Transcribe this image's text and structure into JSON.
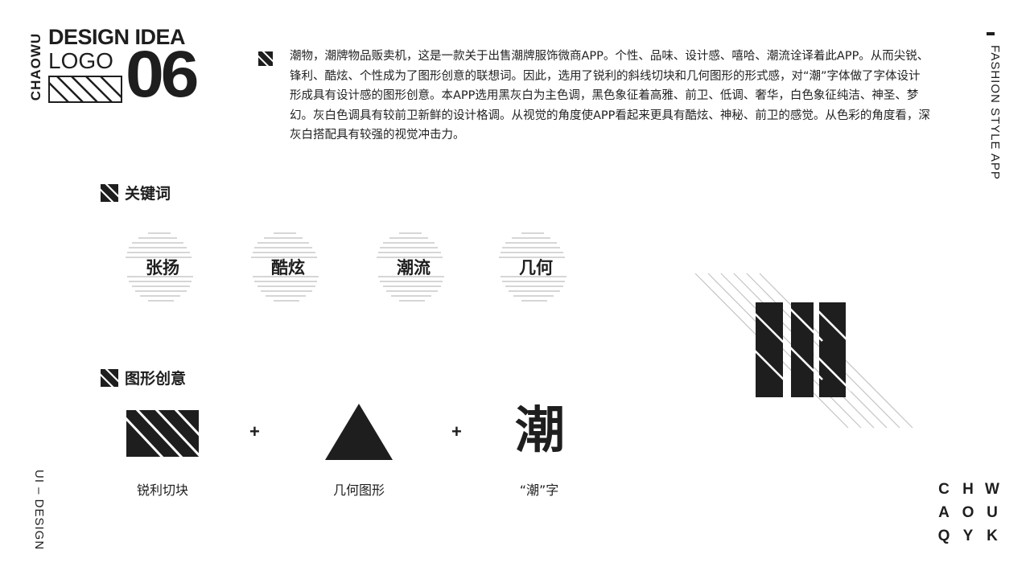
{
  "logo": {
    "vertical_text": "CHAOWU",
    "line1": "DESIGN IDEA",
    "line2": "LOGO",
    "number": "06"
  },
  "description": "潮物，潮牌物品贩卖机，这是一款关于出售潮牌服饰微商APP。个性、品味、设计感、嘻哈、潮流诠译着此APP。从而尖锐、锋利、酷炫、个性成为了图形创意的联想词。因此，选用了锐利的斜线切块和几何图形的形式感，对“潮”字体做了字体设计形成具有设计感的图形创意。本APP选用黑灰白为主色调，黑色象征着高雅、前卫、低调、奢华，白色象征纯洁、神圣、梦幻。灰白色调具有较前卫新鲜的设计格调。从视觉的角度使APP看起来更具有酷炫、神秘、前卫的感觉。从色彩的角度看，深灰白搭配具有较强的视觉冲击力。",
  "side_right": "FASHION STYLE  APP",
  "side_left": "UI – DESIGN",
  "keywords_section": {
    "title": "关键词",
    "items": [
      "张扬",
      "酷炫",
      "潮流",
      "几何"
    ]
  },
  "creative_section": {
    "title": "图形创意",
    "items": [
      {
        "caption": "锐利切块",
        "icon": "slash-block-icon"
      },
      {
        "caption": "几何图形",
        "icon": "triangle-icon"
      },
      {
        "caption": "“潮”字",
        "glyph": "潮"
      }
    ],
    "plus": "+"
  },
  "letter_grid": [
    "C",
    "H",
    "W",
    "A",
    "O",
    "U",
    "Q",
    "Y",
    "K"
  ],
  "colors": {
    "ink": "#1e1e1e",
    "gray_line": "#bdbdbd",
    "background": "#ffffff"
  }
}
